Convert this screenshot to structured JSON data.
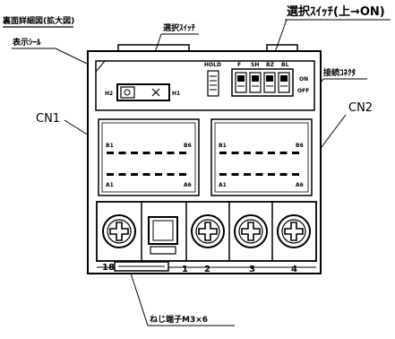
{
  "labels": {
    "rear_detail": "裏面詳細図(拡大図)",
    "display_seal": "表示ｼｰﾙ",
    "select_switch": "選択ｽｲｯﾁ",
    "select_switch_updown": "選択ｽｲｯﾁ(上→ON)",
    "connection_connector": "接続ｺﾈｸﾀ",
    "cn1": "CN1",
    "cn2": "CN2",
    "screw_terminal": "ねじ端子M3×6"
  },
  "switch_panel": {
    "h2": "H2",
    "h1": "H1",
    "hold": "HOLD",
    "f": "F",
    "sh": "SH",
    "bz": "BZ",
    "bl": "BL",
    "on": "ON",
    "off": "OFF"
  },
  "connectors": {
    "cn1": {
      "b1": "B1",
      "b6": "B6",
      "a1": "A1",
      "a6": "A6"
    },
    "cn2": {
      "b1": "B1",
      "b6": "B6",
      "a1": "A1",
      "a6": "A6"
    }
  },
  "terminals": [
    "1",
    "2",
    "3",
    "4"
  ],
  "terminal_prefix": "18"
}
